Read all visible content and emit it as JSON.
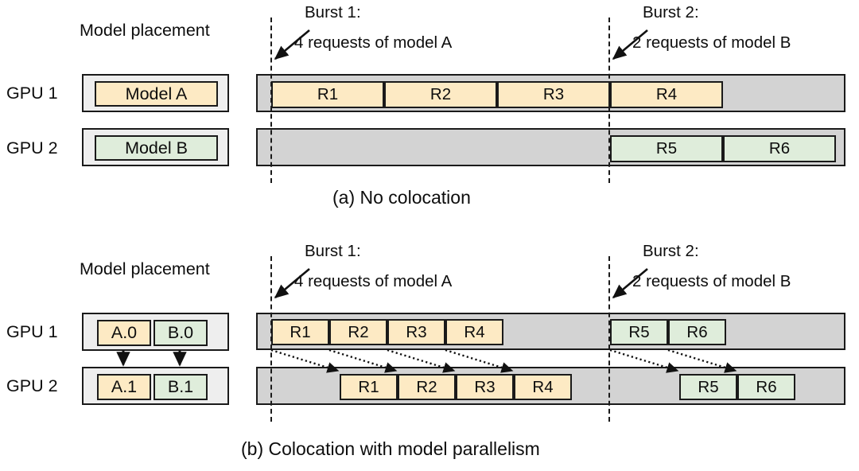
{
  "figure": {
    "panels": [
      {
        "id": "a",
        "caption": "(a) No colocation",
        "placement_title": "Model placement",
        "gpu_labels": [
          "GPU 1",
          "GPU 2"
        ],
        "placement": {
          "gpu1_chips": [
            "Model A"
          ],
          "gpu2_chips": [
            "Model B"
          ]
        },
        "bursts": [
          {
            "title": "Burst 1:",
            "detail": "4 requests of model A"
          },
          {
            "title": "Burst 2:",
            "detail": "2 requests of model B"
          }
        ],
        "timeline": {
          "gpu1_requests": [
            "R1",
            "R2",
            "R3",
            "R4"
          ],
          "gpu2_requests": [
            "R5",
            "R6"
          ]
        }
      },
      {
        "id": "b",
        "caption": "(b) Colocation with model parallelism",
        "placement_title": "Model placement",
        "gpu_labels": [
          "GPU 1",
          "GPU 2"
        ],
        "placement": {
          "gpu1_chips": [
            "A.0",
            "B.0"
          ],
          "gpu2_chips": [
            "A.1",
            "B.1"
          ]
        },
        "bursts": [
          {
            "title": "Burst 1:",
            "detail": "4 requests of model A"
          },
          {
            "title": "Burst 2:",
            "detail": "2 requests of model B"
          }
        ],
        "timeline": {
          "gpu1_requests": [
            "R1",
            "R2",
            "R3",
            "R4",
            "R5",
            "R6"
          ],
          "gpu2_requests": [
            "R1",
            "R2",
            "R3",
            "R4",
            "R5",
            "R6"
          ]
        }
      }
    ]
  },
  "colors": {
    "model_a": "#fdeac4",
    "model_b": "#dfeddb",
    "idle_track": "#d3d3d3",
    "placement_bg": "#eeeeee",
    "stroke": "#1a1a1a"
  },
  "labels": {
    "panel_a": {
      "placement_title": "Model placement",
      "gpu1": "GPU 1",
      "gpu2": "GPU 2",
      "chip_a": "Model A",
      "chip_b": "Model B",
      "burst1_title": "Burst 1:",
      "burst1_detail": "4 requests of model A",
      "burst2_title": "Burst 2:",
      "burst2_detail": "2 requests of model B",
      "r1": "R1",
      "r2": "R2",
      "r3": "R3",
      "r4": "R4",
      "r5": "R5",
      "r6": "R6",
      "caption": "(a) No colocation"
    },
    "panel_b": {
      "placement_title": "Model placement",
      "gpu1": "GPU 1",
      "gpu2": "GPU 2",
      "chip_a0": "A.0",
      "chip_b0": "B.0",
      "chip_a1": "A.1",
      "chip_b1": "B.1",
      "burst1_title": "Burst 1:",
      "burst1_detail": "4 requests of model A",
      "burst2_title": "Burst 2:",
      "burst2_detail": "2 requests of model B",
      "g1r1": "R1",
      "g1r2": "R2",
      "g1r3": "R3",
      "g1r4": "R4",
      "g1r5": "R5",
      "g1r6": "R6",
      "g2r1": "R1",
      "g2r2": "R2",
      "g2r3": "R3",
      "g2r4": "R4",
      "g2r5": "R5",
      "g2r6": "R6",
      "caption": "(b) Colocation with model parallelism"
    }
  }
}
